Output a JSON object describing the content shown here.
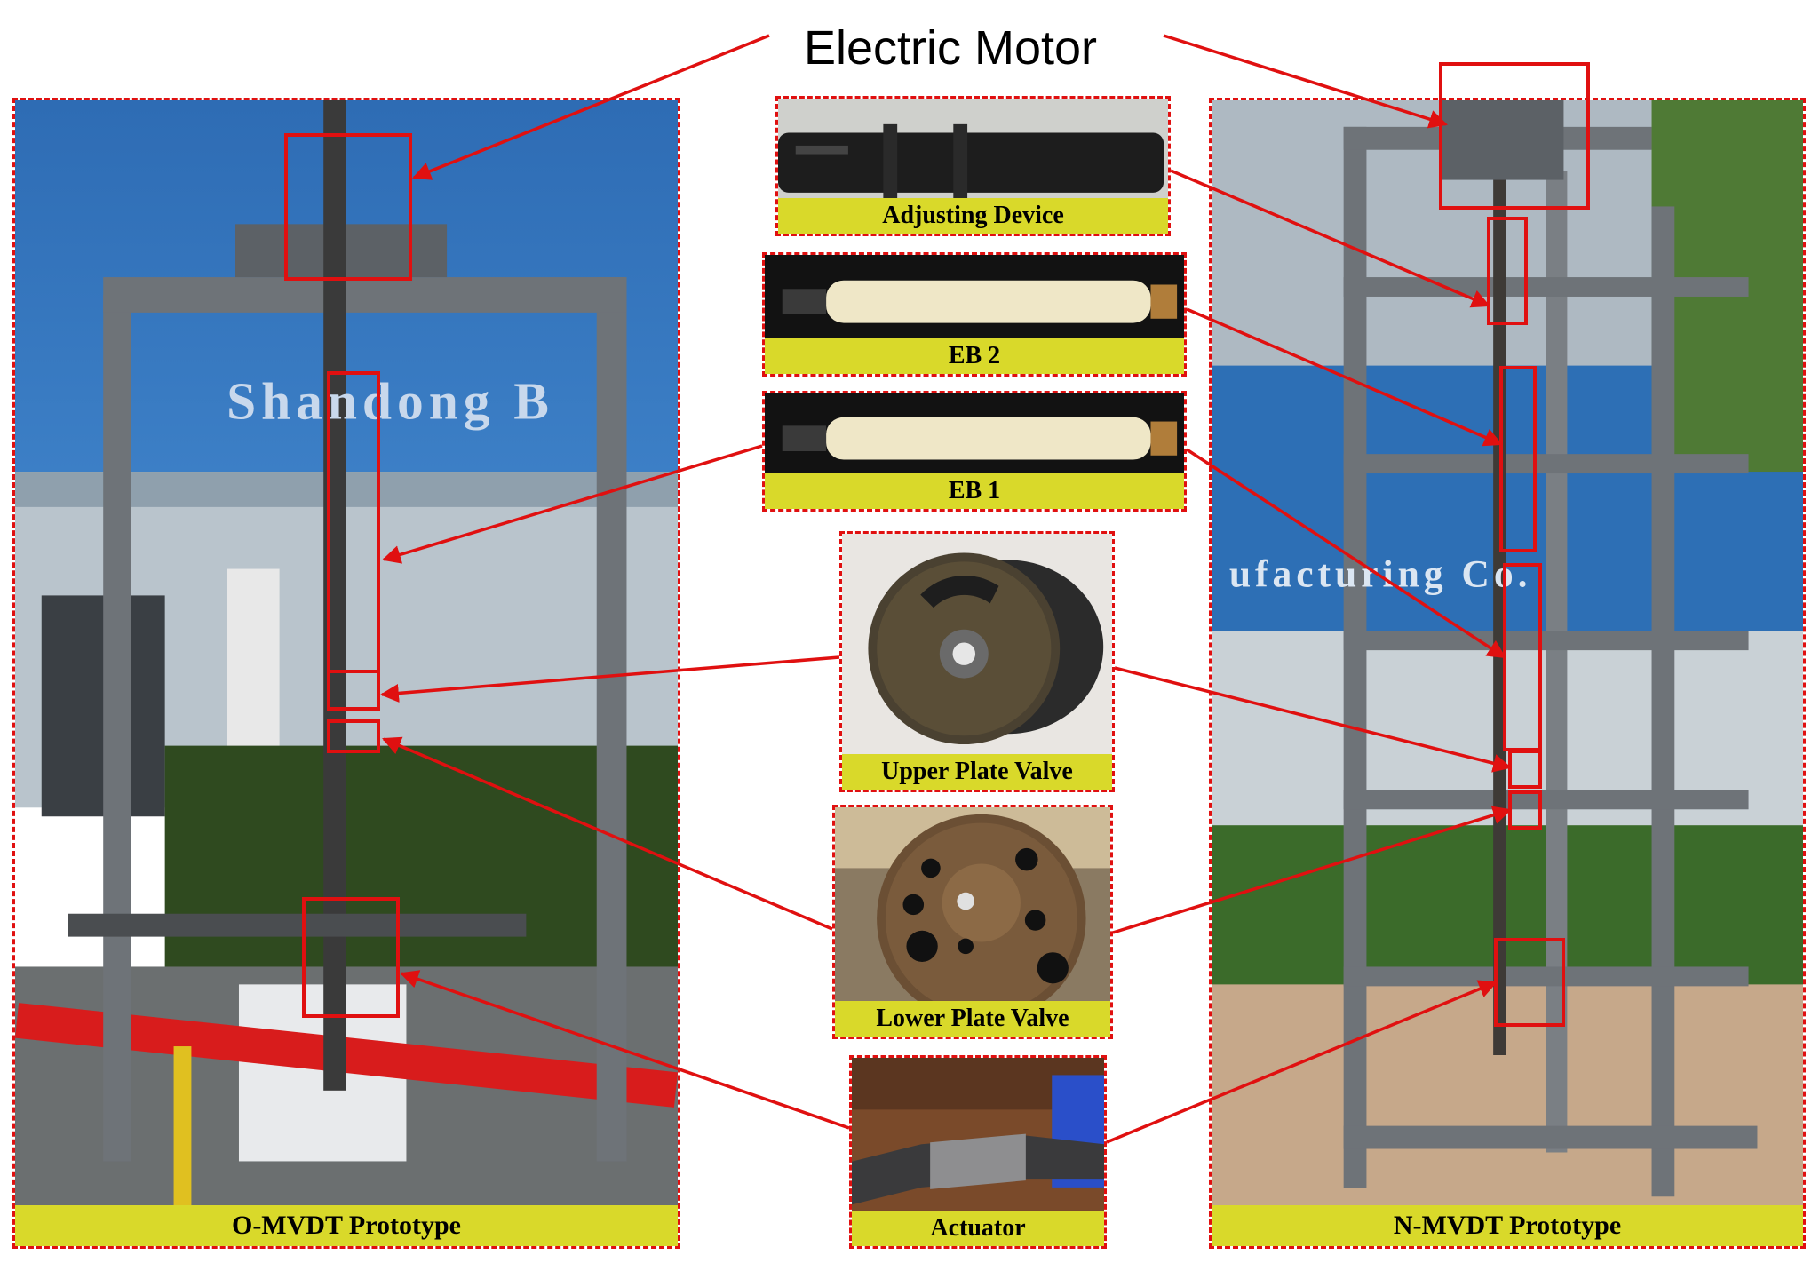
{
  "title": "Electric Motor",
  "panels": {
    "left": {
      "caption": "O-MVDT Prototype"
    },
    "right": {
      "caption": "N-MVDT Prototype"
    },
    "adjusting": {
      "caption": "Adjusting Device"
    },
    "eb2": {
      "caption": "EB 2"
    },
    "eb1": {
      "caption": "EB 1"
    },
    "upper_valve": {
      "caption": "Upper Plate Valve"
    },
    "lower_valve": {
      "caption": "Lower Plate Valve"
    },
    "actuator": {
      "caption": "Actuator"
    }
  },
  "photo_text": {
    "sign_left": "Shandong B",
    "sign_right": "ufacturing Co."
  },
  "colors": {
    "callout": "#e01010",
    "caption_bg": "#d9d92a",
    "frame_gray": "#6e7378",
    "sign_blue": "#2d6fb5"
  }
}
